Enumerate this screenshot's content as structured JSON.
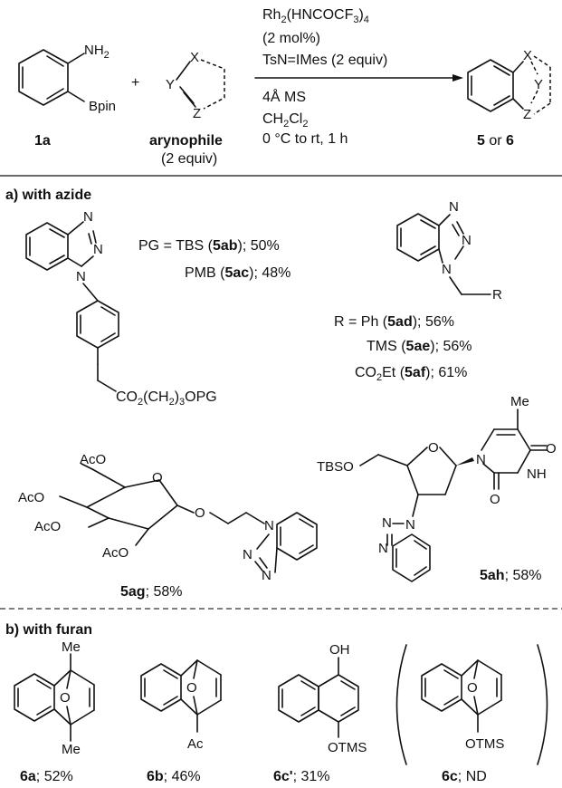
{
  "scheme": {
    "reactant_label": "1a",
    "reactant_nh2": "NH",
    "reactant_nh2_sub": "2",
    "reactant_bpin": "Bpin",
    "plus": "+",
    "arynophile_label": "arynophile",
    "arynophile_equiv": "(2 equiv)",
    "arynophile_atoms": {
      "x": "X",
      "y": "Y",
      "z": "Z"
    },
    "conditions_above": [
      {
        "main": "Rh",
        "sub1": "2",
        "mid": "(HNCOCF",
        "sub2": "3",
        "end": ")",
        "sub3": "4"
      },
      {
        "text": "(2 mol%)"
      },
      {
        "text": "TsN=IMes (2 equiv)"
      }
    ],
    "conditions_below": [
      {
        "text": "4Å MS"
      },
      {
        "main": "CH",
        "sub1": "2",
        "mid": "Cl",
        "sub2": "2"
      },
      {
        "text": "0 °C to rt, 1 h"
      }
    ],
    "product_label_a": "5",
    "product_label_or": " or ",
    "product_label_b": "6",
    "product_atoms": {
      "x": "X",
      "y": "Y",
      "z": "Z"
    }
  },
  "section_a": {
    "title": "a) with azide",
    "n_atom": "N",
    "aryl_group": "CO",
    "aryl_group_sub": "2",
    "aryl_group_mid": "(CH",
    "aryl_group_sub2": "2",
    "aryl_group_end": ")",
    "aryl_group_sub3": "3",
    "aryl_group_tail": "OPG",
    "pg_entries": [
      {
        "prefix": "PG = TBS (",
        "code": "5ab",
        "suffix": "); 50%"
      },
      {
        "prefix": "PMB (",
        "code": "5ac",
        "suffix": "); 48%"
      }
    ],
    "r_atom": "R",
    "r_entries": [
      {
        "prefix": "R = Ph (",
        "code": "5ad",
        "suffix": "); 56%"
      },
      {
        "prefix": "TMS (",
        "code": "5ae",
        "suffix": "); 56%"
      },
      {
        "prefix": "CO",
        "sub": "2",
        "mid": "Et (",
        "code": "5af",
        "suffix": "); 61%"
      }
    ],
    "sugar_labels": [
      "AcO",
      "AcO",
      "AcO",
      "AcO",
      "O",
      "O"
    ],
    "sugar_compound": {
      "code": "5ag",
      "suffix": "; 58%"
    },
    "nucleoside_labels": {
      "tbso": "TBSO",
      "me": "Me",
      "o_ring": "O",
      "o_top": "O",
      "o_bot": "O",
      "nh": "NH",
      "n": "N"
    },
    "nucleoside_compound": {
      "code": "5ah",
      "suffix": "; 58%"
    }
  },
  "section_b": {
    "title": "b) with furan",
    "compounds": [
      {
        "code": "6a",
        "suffix": "; 52%",
        "top": "Me",
        "bottom": "Me",
        "bridge": "O"
      },
      {
        "code": "6b",
        "suffix": "; 46%",
        "bottom": "Ac",
        "bridge": "O"
      },
      {
        "code": "6c'",
        "suffix": "; 31%",
        "top": "OH",
        "bottom": "OTMS"
      },
      {
        "code": "6c",
        "suffix": "; ND",
        "bottom": "OTMS",
        "bridge": "O"
      }
    ]
  }
}
